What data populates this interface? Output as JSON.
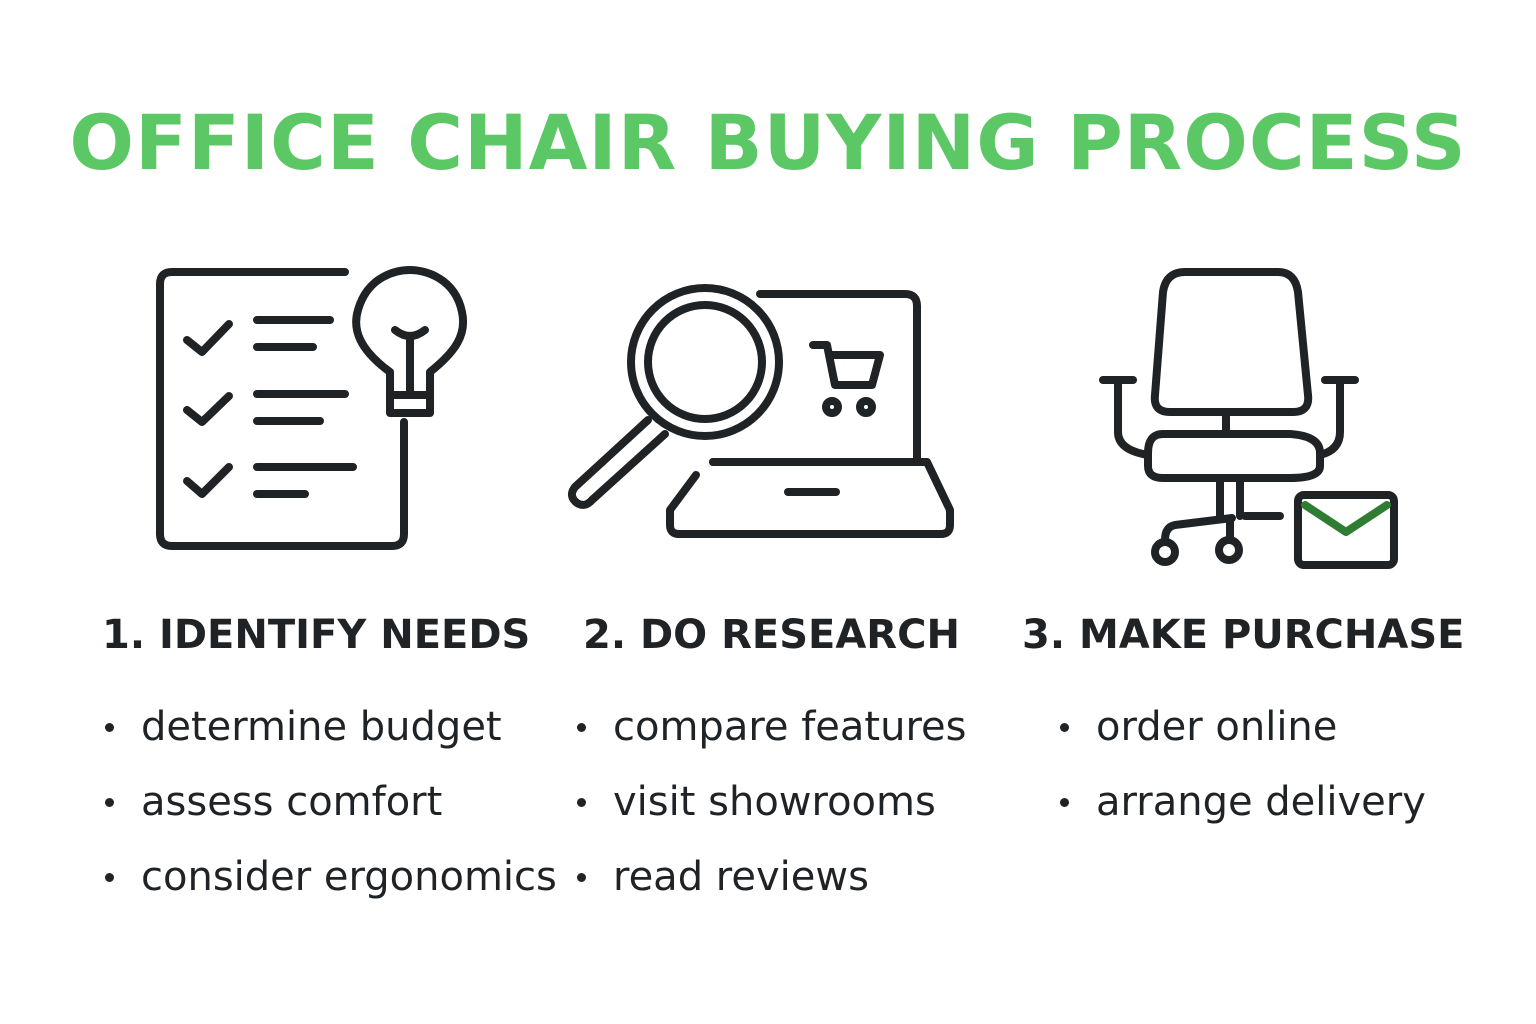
{
  "title": "OFFICE CHAIR BUYING PROCESS",
  "colors": {
    "title_green": "#5cc865",
    "ink": "#1f2326",
    "envelope_accent": "#2e7d32",
    "background": "#ffffff"
  },
  "steps": [
    {
      "heading": "1. IDENTIFY NEEDS",
      "icon": "checklist-lightbulb-icon",
      "bullets": [
        "determine budget",
        "assess comfort",
        "consider ergonomics"
      ]
    },
    {
      "heading": "2. DO RESEARCH",
      "icon": "magnifier-laptop-cart-icon",
      "bullets": [
        "compare features",
        "visit showrooms",
        "read reviews"
      ]
    },
    {
      "heading": "3. MAKE PURCHASE",
      "icon": "office-chair-envelope-icon",
      "bullets": [
        "order online",
        "arrange delivery"
      ]
    }
  ]
}
